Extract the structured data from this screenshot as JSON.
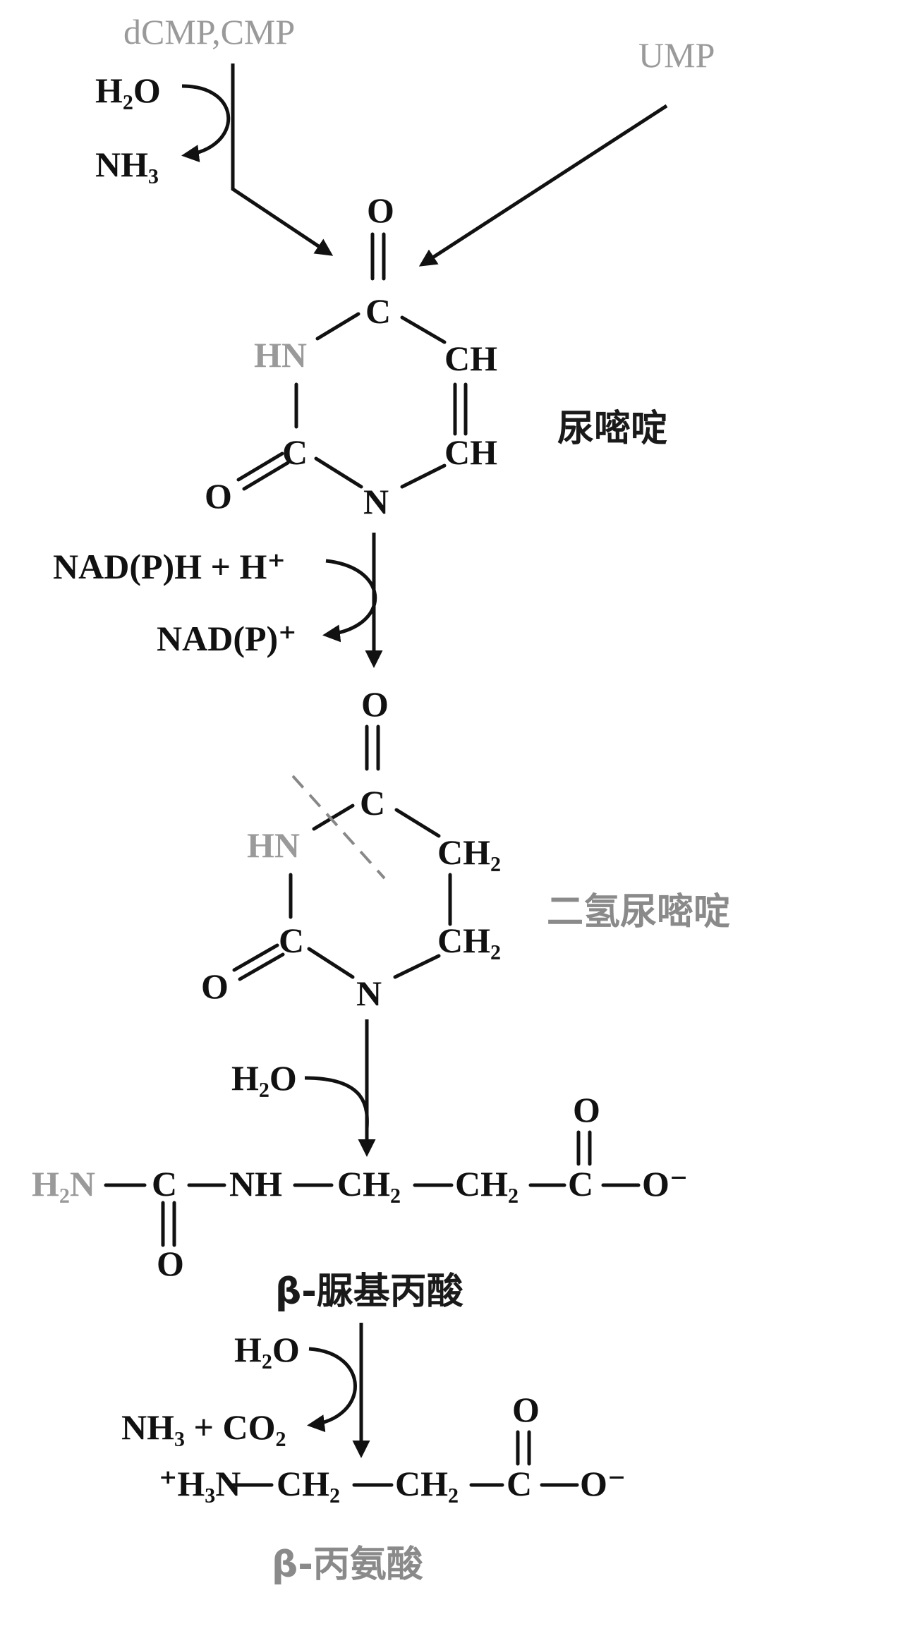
{
  "top_inputs": {
    "left": "dCMP,CMP",
    "right": "UMP"
  },
  "step1": {
    "in": "H₂O",
    "out": "NH₃"
  },
  "uracil": {
    "name": "尿嘧啶",
    "atoms": {
      "o_top": "O",
      "c_top": "C",
      "hn": "HN",
      "ch_a": "CH",
      "c_left": "C",
      "ch_b": "CH",
      "o_left": "O",
      "n_bottom": "N"
    }
  },
  "step2": {
    "in": "NAD(P)H + H⁺",
    "out": "NAD(P)⁺"
  },
  "dihydrouracil": {
    "name": "二氢尿嘧啶",
    "atoms": {
      "o_top": "O",
      "c_top": "C",
      "hn": "HN",
      "ch2_a": "CH₂",
      "c_left": "C",
      "ch2_b": "CH₂",
      "o_left": "O",
      "n_bottom": "N"
    }
  },
  "step3": {
    "in": "H₂O"
  },
  "ureidopropionate": {
    "name": "β-脲基丙酸",
    "chain": [
      "H₂N",
      "C",
      "NH",
      "CH₂",
      "CH₂",
      "C",
      "O⁻"
    ],
    "o_up": "O",
    "o_down": "O"
  },
  "step4": {
    "in": "H₂O",
    "out": "NH₃ + CO₂"
  },
  "alanine": {
    "name": "β-丙氨酸",
    "chain": [
      "⁺H₃N",
      "CH₂",
      "CH₂",
      "C",
      "O⁻"
    ],
    "o_up": "O"
  }
}
